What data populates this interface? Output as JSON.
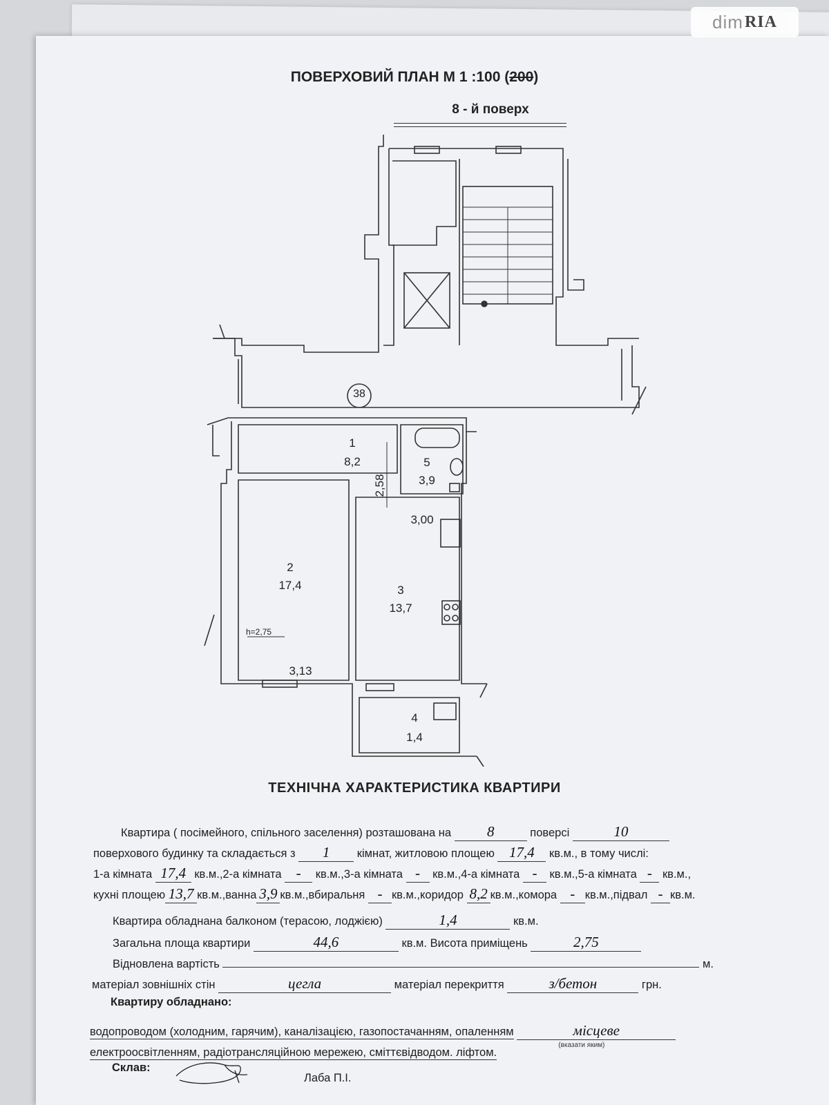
{
  "watermark": {
    "left": "dim",
    "right": "RIA"
  },
  "header": {
    "title_main": "ПОВЕРХОВИЙ ПЛАН М 1 :100 (",
    "title_struck": "200",
    "title_end": ")",
    "floor": "8 - й поверх"
  },
  "plan": {
    "section_marker": "38",
    "rooms": [
      {
        "num": "1",
        "area": "8,2"
      },
      {
        "num": "2",
        "area": "17,4"
      },
      {
        "num": "3",
        "area": "13,7"
      },
      {
        "num": "4",
        "area": "1,4"
      },
      {
        "num": "5",
        "area": "3,9"
      }
    ],
    "dims": {
      "d1": "2,58",
      "d2": "3,00",
      "d3": "3,13",
      "height": "h=2,75"
    }
  },
  "characteristics": {
    "title": "ТЕХНІЧНА ХАРАКТЕРИСТИКА   КВАРТИРИ",
    "l1_a": "Квартира ( посімейного, спільного заселення) розташована на",
    "floor_val": "8",
    "l1_b": "поверсі",
    "storeys_val": "10",
    "l2_a": "поверхового будинку та складається з",
    "rooms_val": "1",
    "l2_b": "кімнат, житловою площею",
    "living_val": "17,4",
    "l2_c": "кв.м.,  в тому  числі:",
    "l3_r1": "1-а кімната",
    "r1_val": "17,4",
    "l3_r2": "кв.м.,2-а кімната",
    "l3_r3": "кв.м.,3-а кімната",
    "l3_r4": "кв.м.,4-а кімната",
    "l3_r5": "кв.м.,5-а кімната",
    "l3_end": "кв.м.,",
    "dash": "-",
    "l4_kitchen": "кухні площею",
    "kitchen_val": "13,7",
    "l4_bath": "кв.м.,ванна",
    "bath_val": "3,9",
    "l4_wc": "кв.м.,вбиральня",
    "l4_corr": "кв.м.,коридор",
    "corr_val": "8,2",
    "l4_storage": "кв.м.,комора",
    "l4_basement": "кв.м.,підвал",
    "l4_end": "кв.м.",
    "l5": "Квартира обладнана балконом (терасою, лоджією)",
    "balcony_val": "1,4",
    "l5_end": "кв.м.",
    "l6": "Загальна площа квартири",
    "total_val": "44,6",
    "l6_b": "кв.м. Висота приміщень",
    "height_val": "2,75",
    "l7": "Відновлена вартість",
    "l7_end": "м.",
    "l8": "матеріал зовнішніх стін",
    "walls_val": "цегла",
    "l8_b": "матеріал перекриття",
    "ceiling_val": "з/бетон",
    "l8_end": "грн.",
    "l9": "Квартиру обладнано:",
    "l10": "водопроводом (холодним, гарячим), каналізацією, газопостачанням, опаленням",
    "heating_val": "місцеве",
    "heating_note": "(вказати яким)",
    "l11": "електроосвітленням, радіотрансляційною мережею, сміттєвідводом. ліфтом.",
    "sostav": "Склав:",
    "author": "Лаба П.І."
  }
}
